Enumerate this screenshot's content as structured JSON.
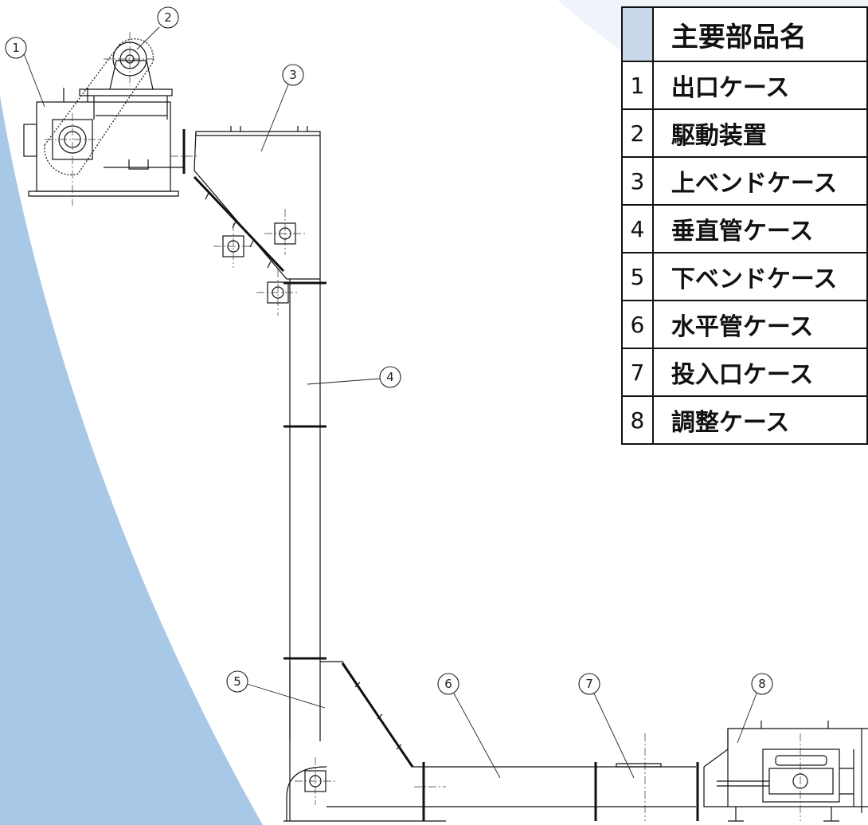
{
  "table": {
    "header": {
      "no": "",
      "name": "主要部品名"
    },
    "rows": [
      {
        "no": "1",
        "name": "出口ケース"
      },
      {
        "no": "2",
        "name": "駆動装置"
      },
      {
        "no": "3",
        "name": "上ベンドケース"
      },
      {
        "no": "4",
        "name": "垂直管ケース"
      },
      {
        "no": "5",
        "name": "下ベンドケース"
      },
      {
        "no": "6",
        "name": "水平管ケース"
      },
      {
        "no": "7",
        "name": "投入口ケース"
      },
      {
        "no": "8",
        "name": "調整ケース"
      }
    ]
  },
  "callouts": [
    "1",
    "2",
    "3",
    "4",
    "5",
    "6",
    "7",
    "8"
  ],
  "colors": {
    "background_arc": "#a8c8e8",
    "background_light": "#eef4fa",
    "header_fill": "#c9d8ea",
    "line": "#111111"
  }
}
